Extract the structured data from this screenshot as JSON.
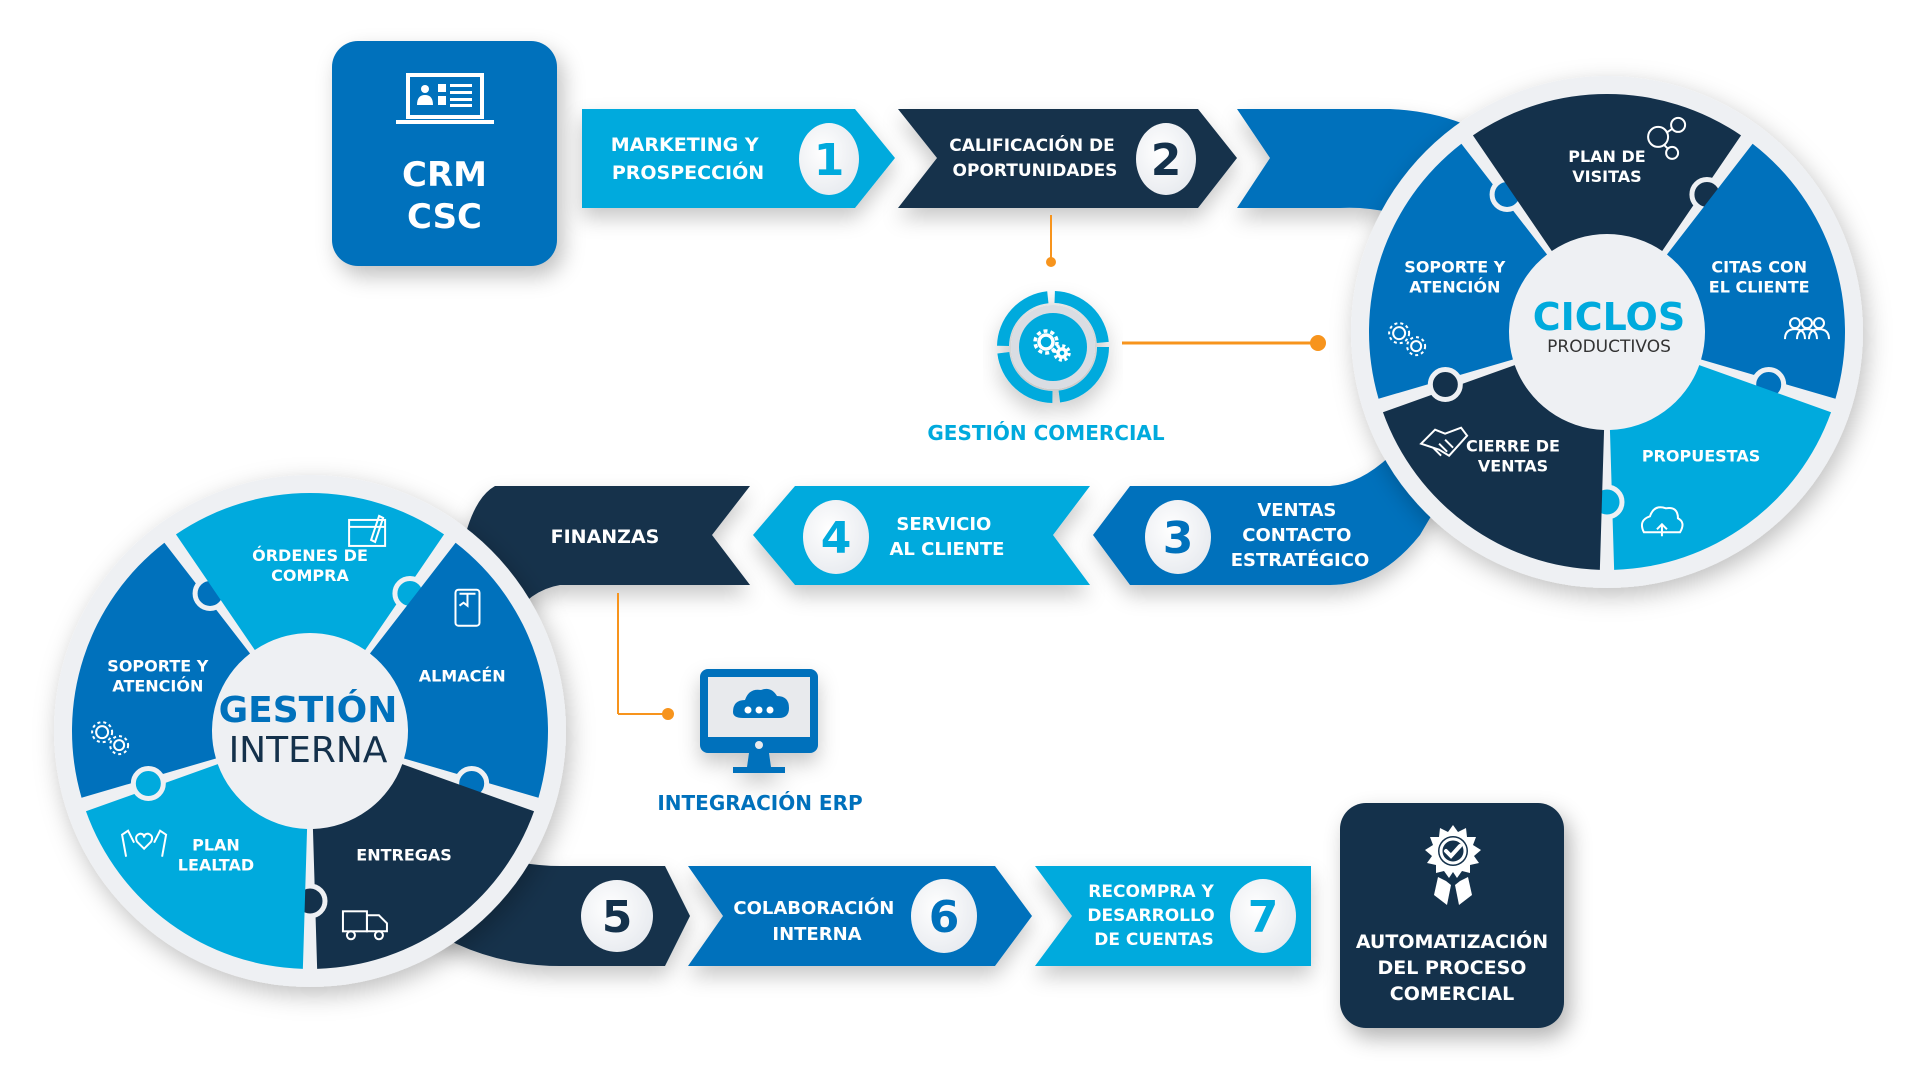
{
  "colors": {
    "navy": "#14314b",
    "blue": "#0071bc",
    "cyan": "#00aadd",
    "orange": "#f7941d",
    "ring": "#eef0f3",
    "number_text_navy": "#14314b"
  },
  "crm_box": {
    "icon": "laptop-contacts-icon",
    "line1": "CRM",
    "line2": "CSC"
  },
  "steps": [
    {
      "number": "1",
      "lines": [
        "MARKETING Y",
        "PROSPECCIÓN"
      ]
    },
    {
      "number": "2",
      "lines": [
        "CALIFICACIÓN DE",
        "OPORTUNIDADES"
      ]
    },
    {
      "number": "3",
      "lines": [
        "VENTAS",
        "CONTACTO",
        "ESTRATÉGICO"
      ]
    },
    {
      "number": "4",
      "lines": [
        "SERVICIO",
        "AL CLIENTE"
      ]
    },
    {
      "number": "5",
      "lines": []
    },
    {
      "number": "6",
      "lines": [
        "COLABORACIÓN",
        "INTERNA"
      ]
    },
    {
      "number": "7",
      "lines": [
        "RECOMPRA Y",
        "DESARROLLO",
        "DE CUENTAS"
      ]
    }
  ],
  "finanzas": {
    "label": "FINANZAS"
  },
  "gestion_comercial": {
    "icon": "gears-icon",
    "label": "GESTIÓN COMERCIAL"
  },
  "integracion_erp": {
    "icon": "cloud-monitor-icon",
    "label": "INTEGRACIÓN ERP"
  },
  "ciclos": {
    "title": "CICLOS",
    "subtitle": "PRODUCTIVOS",
    "segments": [
      {
        "lines": [
          "SOPORTE Y",
          "ATENCIÓN"
        ],
        "icon": "gears-icon"
      },
      {
        "lines": [
          "PLAN DE",
          "VISITAS"
        ],
        "icon": "network-people-icon"
      },
      {
        "lines": [
          "CITAS CON",
          "EL CLIENTE"
        ],
        "icon": "group-icon"
      },
      {
        "lines": [
          "PROPUESTAS"
        ],
        "icon": "cloud-upload-icon"
      },
      {
        "lines": [
          "CIERRE DE",
          "VENTAS"
        ],
        "icon": "handshake-icon"
      }
    ]
  },
  "gestion_interna": {
    "title": "GESTIÓN",
    "subtitle": "INTERNA",
    "segments": [
      {
        "lines": [
          "SOPORTE Y",
          "ATENCIÓN"
        ],
        "icon": "gears-icon"
      },
      {
        "lines": [
          "ÓRDENES DE",
          "COMPRA"
        ],
        "icon": "order-form-icon"
      },
      {
        "lines": [
          "ALMACÉN"
        ],
        "icon": "inventory-book-icon"
      },
      {
        "lines": [
          "ENTREGAS"
        ],
        "icon": "truck-icon"
      },
      {
        "lines": [
          "PLAN",
          "LEALTAD"
        ],
        "icon": "hands-heart-icon"
      }
    ]
  },
  "automatizacion_box": {
    "icon": "award-check-icon",
    "lines": [
      "AUTOMATIZACIÓN",
      "DEL PROCESO",
      "COMERCIAL"
    ]
  }
}
